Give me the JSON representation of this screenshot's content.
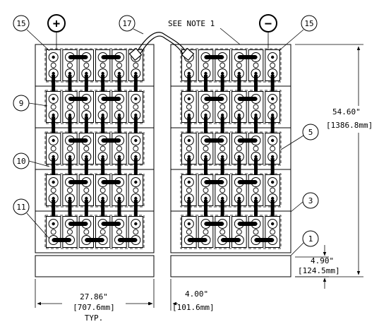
{
  "note": "SEE NOTE 1",
  "polarity": {
    "positive": "+",
    "negative": "−"
  },
  "callouts": {
    "c15": "15",
    "c17": "17",
    "c9": "9",
    "c10": "10",
    "c11": "11",
    "c5": "5",
    "c3": "3",
    "c1": "1"
  },
  "dimensions": {
    "height_in": "54.60\"",
    "height_mm": "[1386.8mm]",
    "base_in": "4.90\"",
    "base_mm": "[124.5mm]",
    "width_in": "27.86\"",
    "width_mm": "[707.6mm]",
    "width_note": "TYP.",
    "gap_in": "4.00\"",
    "gap_mm": "[101.6mm]"
  },
  "layout": {
    "tiers": 5,
    "cells_per_tier": 6
  }
}
